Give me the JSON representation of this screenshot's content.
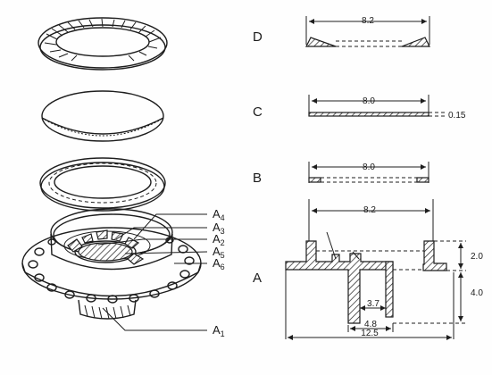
{
  "views": {
    "D": {
      "label": "D",
      "width": "8.2"
    },
    "C": {
      "label": "C",
      "width": "8.0",
      "thickness": "0.15"
    },
    "B": {
      "label": "B",
      "width": "8.0"
    },
    "A": {
      "label": "A",
      "dims": {
        "inner_top": "8.2",
        "height_upper": "2.0",
        "height_lower": "4.0",
        "bore": "3.7",
        "bore_outer": "4.8",
        "overall": "12.5"
      }
    }
  },
  "callouts": {
    "a4": "A",
    "a4_sub": "4",
    "a3": "A",
    "a3_sub": "3",
    "a2": "A",
    "a2_sub": "2",
    "a5": "A",
    "a5_sub": "5",
    "a6": "A",
    "a6_sub": "6",
    "a1": "A",
    "a1_sub": "1"
  },
  "colors": {
    "ink": "#1d1d1d",
    "paper": "#fefefe"
  }
}
